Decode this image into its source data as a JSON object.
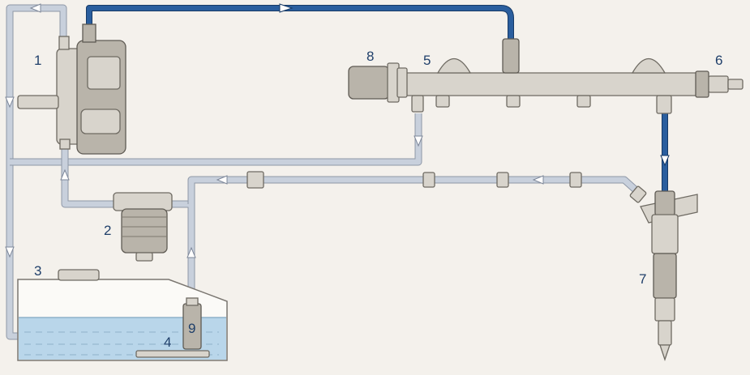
{
  "labels": {
    "high_pressure_pump": "1",
    "fuel_filter": "2",
    "fuel_tank": "3",
    "preheater": "4",
    "rail": "5",
    "pressure_relief_valve": "6",
    "injector": "7",
    "rail_pressure_sensor": "8",
    "pre_supply_pump": "9"
  },
  "colors": {
    "high_pressure_line": "#2a5e9e",
    "low_pressure_line": "#c8d0dc",
    "fuel": "#b9d6ea",
    "background": "#f4f1ec"
  }
}
